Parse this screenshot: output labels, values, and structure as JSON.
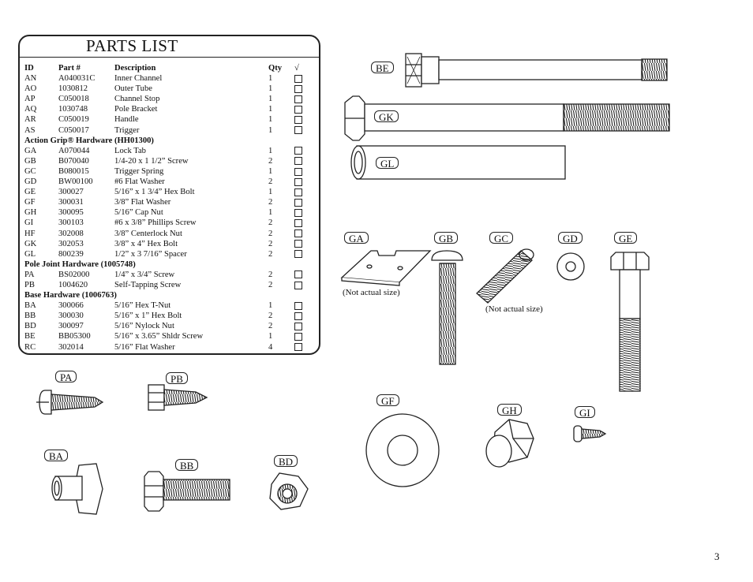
{
  "parts_list": {
    "title": "PARTS LIST",
    "header": {
      "id": "ID",
      "part": "Part #",
      "description": "Description",
      "qty": "Qty",
      "check": "√"
    },
    "rows": [
      {
        "id": "AN",
        "part": "A040031C",
        "description": "Inner Channel",
        "qty": "1"
      },
      {
        "id": "AO",
        "part": "1030812",
        "description": "Outer Tube",
        "qty": "1"
      },
      {
        "id": "AP",
        "part": "C050018",
        "description": "Channel Stop",
        "qty": "1"
      },
      {
        "id": "AQ",
        "part": "1030748",
        "description": "Pole Bracket",
        "qty": "1"
      },
      {
        "id": "AR",
        "part": "C050019",
        "description": "Handle",
        "qty": "1"
      },
      {
        "id": "AS",
        "part": "C050017",
        "description": "Trigger",
        "qty": "1"
      },
      {
        "section": "Action Grip® Hardware (HH01300)"
      },
      {
        "id": "GA",
        "part": "A070044",
        "description": "Lock Tab",
        "qty": "1"
      },
      {
        "id": "GB",
        "part": "B070040",
        "description": "1/4-20 x 1 1/2” Screw",
        "qty": "2"
      },
      {
        "id": "GC",
        "part": "B080015",
        "description": "Trigger Spring",
        "qty": "1"
      },
      {
        "id": "GD",
        "part": "BW00100",
        "description": "#6 Flat Washer",
        "qty": "2"
      },
      {
        "id": "GE",
        "part": "300027",
        "description": "5/16” x 1 3/4” Hex Bolt",
        "qty": "1"
      },
      {
        "id": "GF",
        "part": "300031",
        "description": "3/8” Flat Washer",
        "qty": "2"
      },
      {
        "id": "GH",
        "part": "300095",
        "description": "5/16” Cap Nut",
        "qty": "1"
      },
      {
        "id": "GI",
        "part": "300103",
        "description": "#6 x 3/8” Phillips Screw",
        "qty": "2"
      },
      {
        "id": "HF",
        "part": "302008",
        "description": "3/8” Centerlock Nut",
        "qty": "2"
      },
      {
        "id": "GK",
        "part": "302053",
        "description": "3/8” x 4” Hex Bolt",
        "qty": "2"
      },
      {
        "id": "GL",
        "part": "800239",
        "description": "1/2” x 3 7/16” Spacer",
        "qty": "2"
      },
      {
        "section": "Pole Joint Hardware (1005748)"
      },
      {
        "id": "PA",
        "part": "BS02000",
        "description": "1/4” x 3/4” Screw",
        "qty": "2"
      },
      {
        "id": "PB",
        "part": "1004620",
        "description": "Self-Tapping Screw",
        "qty": "2"
      },
      {
        "section": "Base Hardware (1006763)"
      },
      {
        "id": "BA",
        "part": "300066",
        "description": "5/16” Hex T-Nut",
        "qty": "1"
      },
      {
        "id": "BB",
        "part": "300030",
        "description": "5/16” x 1” Hex Bolt",
        "qty": "2"
      },
      {
        "id": "BD",
        "part": "300097",
        "description": "5/16” Nylock Nut",
        "qty": "2"
      },
      {
        "id": "BE",
        "part": "BB05300",
        "description": "5/16” x 3.65” Shldr Screw",
        "qty": "1"
      },
      {
        "id": "RC",
        "part": "302014",
        "description": "5/16” Flat Washer",
        "qty": "4"
      }
    ]
  },
  "illustration_tags": {
    "be": "BE",
    "gk": "GK",
    "gl": "GL",
    "ga": "GA",
    "gb": "GB",
    "gc": "GC",
    "gd": "GD",
    "ge": "GE",
    "gf": "GF",
    "gh": "GH",
    "gi": "GI",
    "pa": "PA",
    "pb": "PB",
    "ba": "BA",
    "bb": "BB",
    "bd": "BD"
  },
  "notes": {
    "ga": "(Not actual size)",
    "gc": "(Not actual size)"
  },
  "page_number": "3"
}
